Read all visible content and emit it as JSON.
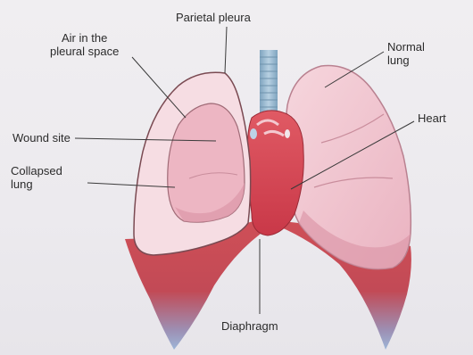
{
  "labels": {
    "parietal_pleura": "Parietal pleura",
    "air_in_pleural_space": [
      "Air in the",
      "pleural space"
    ],
    "normal_lung": [
      "Normal",
      "lung"
    ],
    "heart": "Heart",
    "wound_site": "Wound site",
    "collapsed_lung": [
      "Collapsed",
      "lung"
    ],
    "diaphragm": "Diaphragm"
  },
  "colors": {
    "lung_fill": "#f2c9d2",
    "lung_shade": "#e4a6b5",
    "lung_outline": "#7a4a52",
    "heart": "#d94a56",
    "heart_dark": "#b8303e",
    "trachea": "#8fb3cc",
    "diaphragm_top": "#c94a52",
    "diaphragm_bottom": "#a8b6d6",
    "leader_line": "#3a3a3a"
  }
}
